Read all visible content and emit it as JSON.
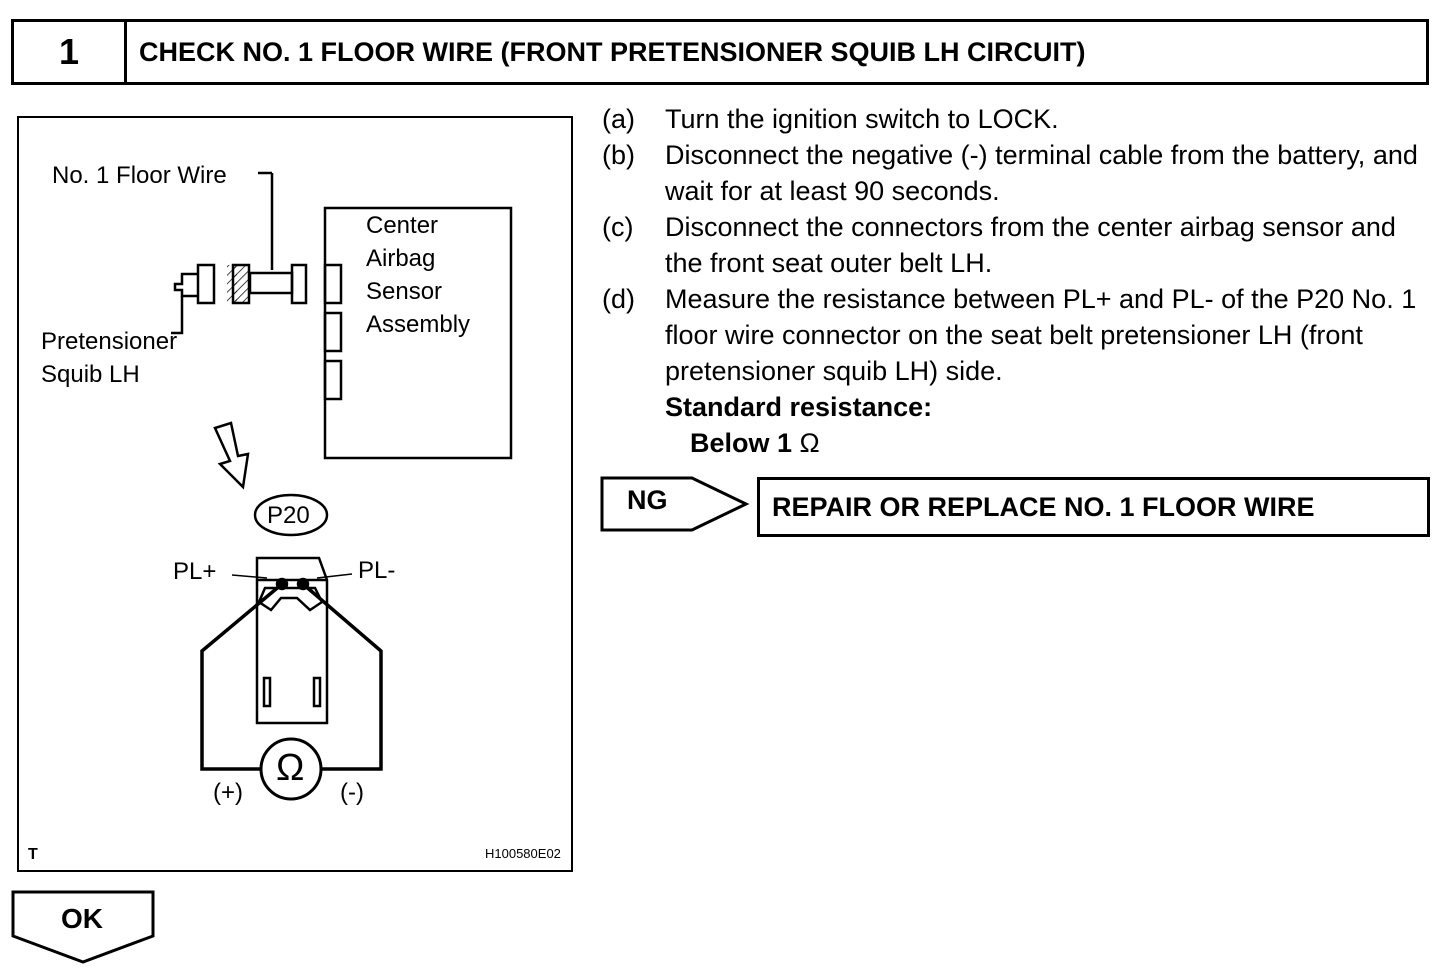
{
  "step": {
    "number": "1",
    "title": "CHECK NO. 1 FLOOR WIRE (FRONT PRETENSIONER SQUIB LH CIRCUIT)"
  },
  "figure": {
    "label_floor_wire": "No. 1 Floor Wire",
    "label_center_1": "Center",
    "label_center_2": "Airbag",
    "label_center_3": "Sensor",
    "label_center_4": "Assembly",
    "label_squib_1": "Pretensioner",
    "label_squib_2": "Squib LH",
    "connector_id": "P20",
    "terminal_plus": "PL+",
    "terminal_minus": "PL-",
    "meter_symbol": "Ω",
    "probe_plus": "(+)",
    "probe_minus": "(-)",
    "corner_mark": "T",
    "figure_code": "H100580E02"
  },
  "instructions": [
    {
      "letter": "(a)",
      "text": "Turn the ignition switch to LOCK."
    },
    {
      "letter": "(b)",
      "text": "Disconnect the negative (-) terminal cable from the battery, and wait for at least 90 seconds."
    },
    {
      "letter": "(c)",
      "text": "Disconnect the connectors from the center airbag sensor and the front seat outer belt LH."
    },
    {
      "letter": "(d)",
      "text": "Measure the resistance between PL+ and PL- of the P20 No. 1 floor wire connector on the seat belt pretensioner LH (front pretensioner squib LH) side."
    }
  ],
  "standard": {
    "label": "Standard resistance:",
    "value": "Below 1",
    "unit": "Ω"
  },
  "results": {
    "ng_label": "NG",
    "ng_action": "REPAIR OR REPLACE NO. 1 FLOOR WIRE",
    "ok_label": "OK"
  }
}
